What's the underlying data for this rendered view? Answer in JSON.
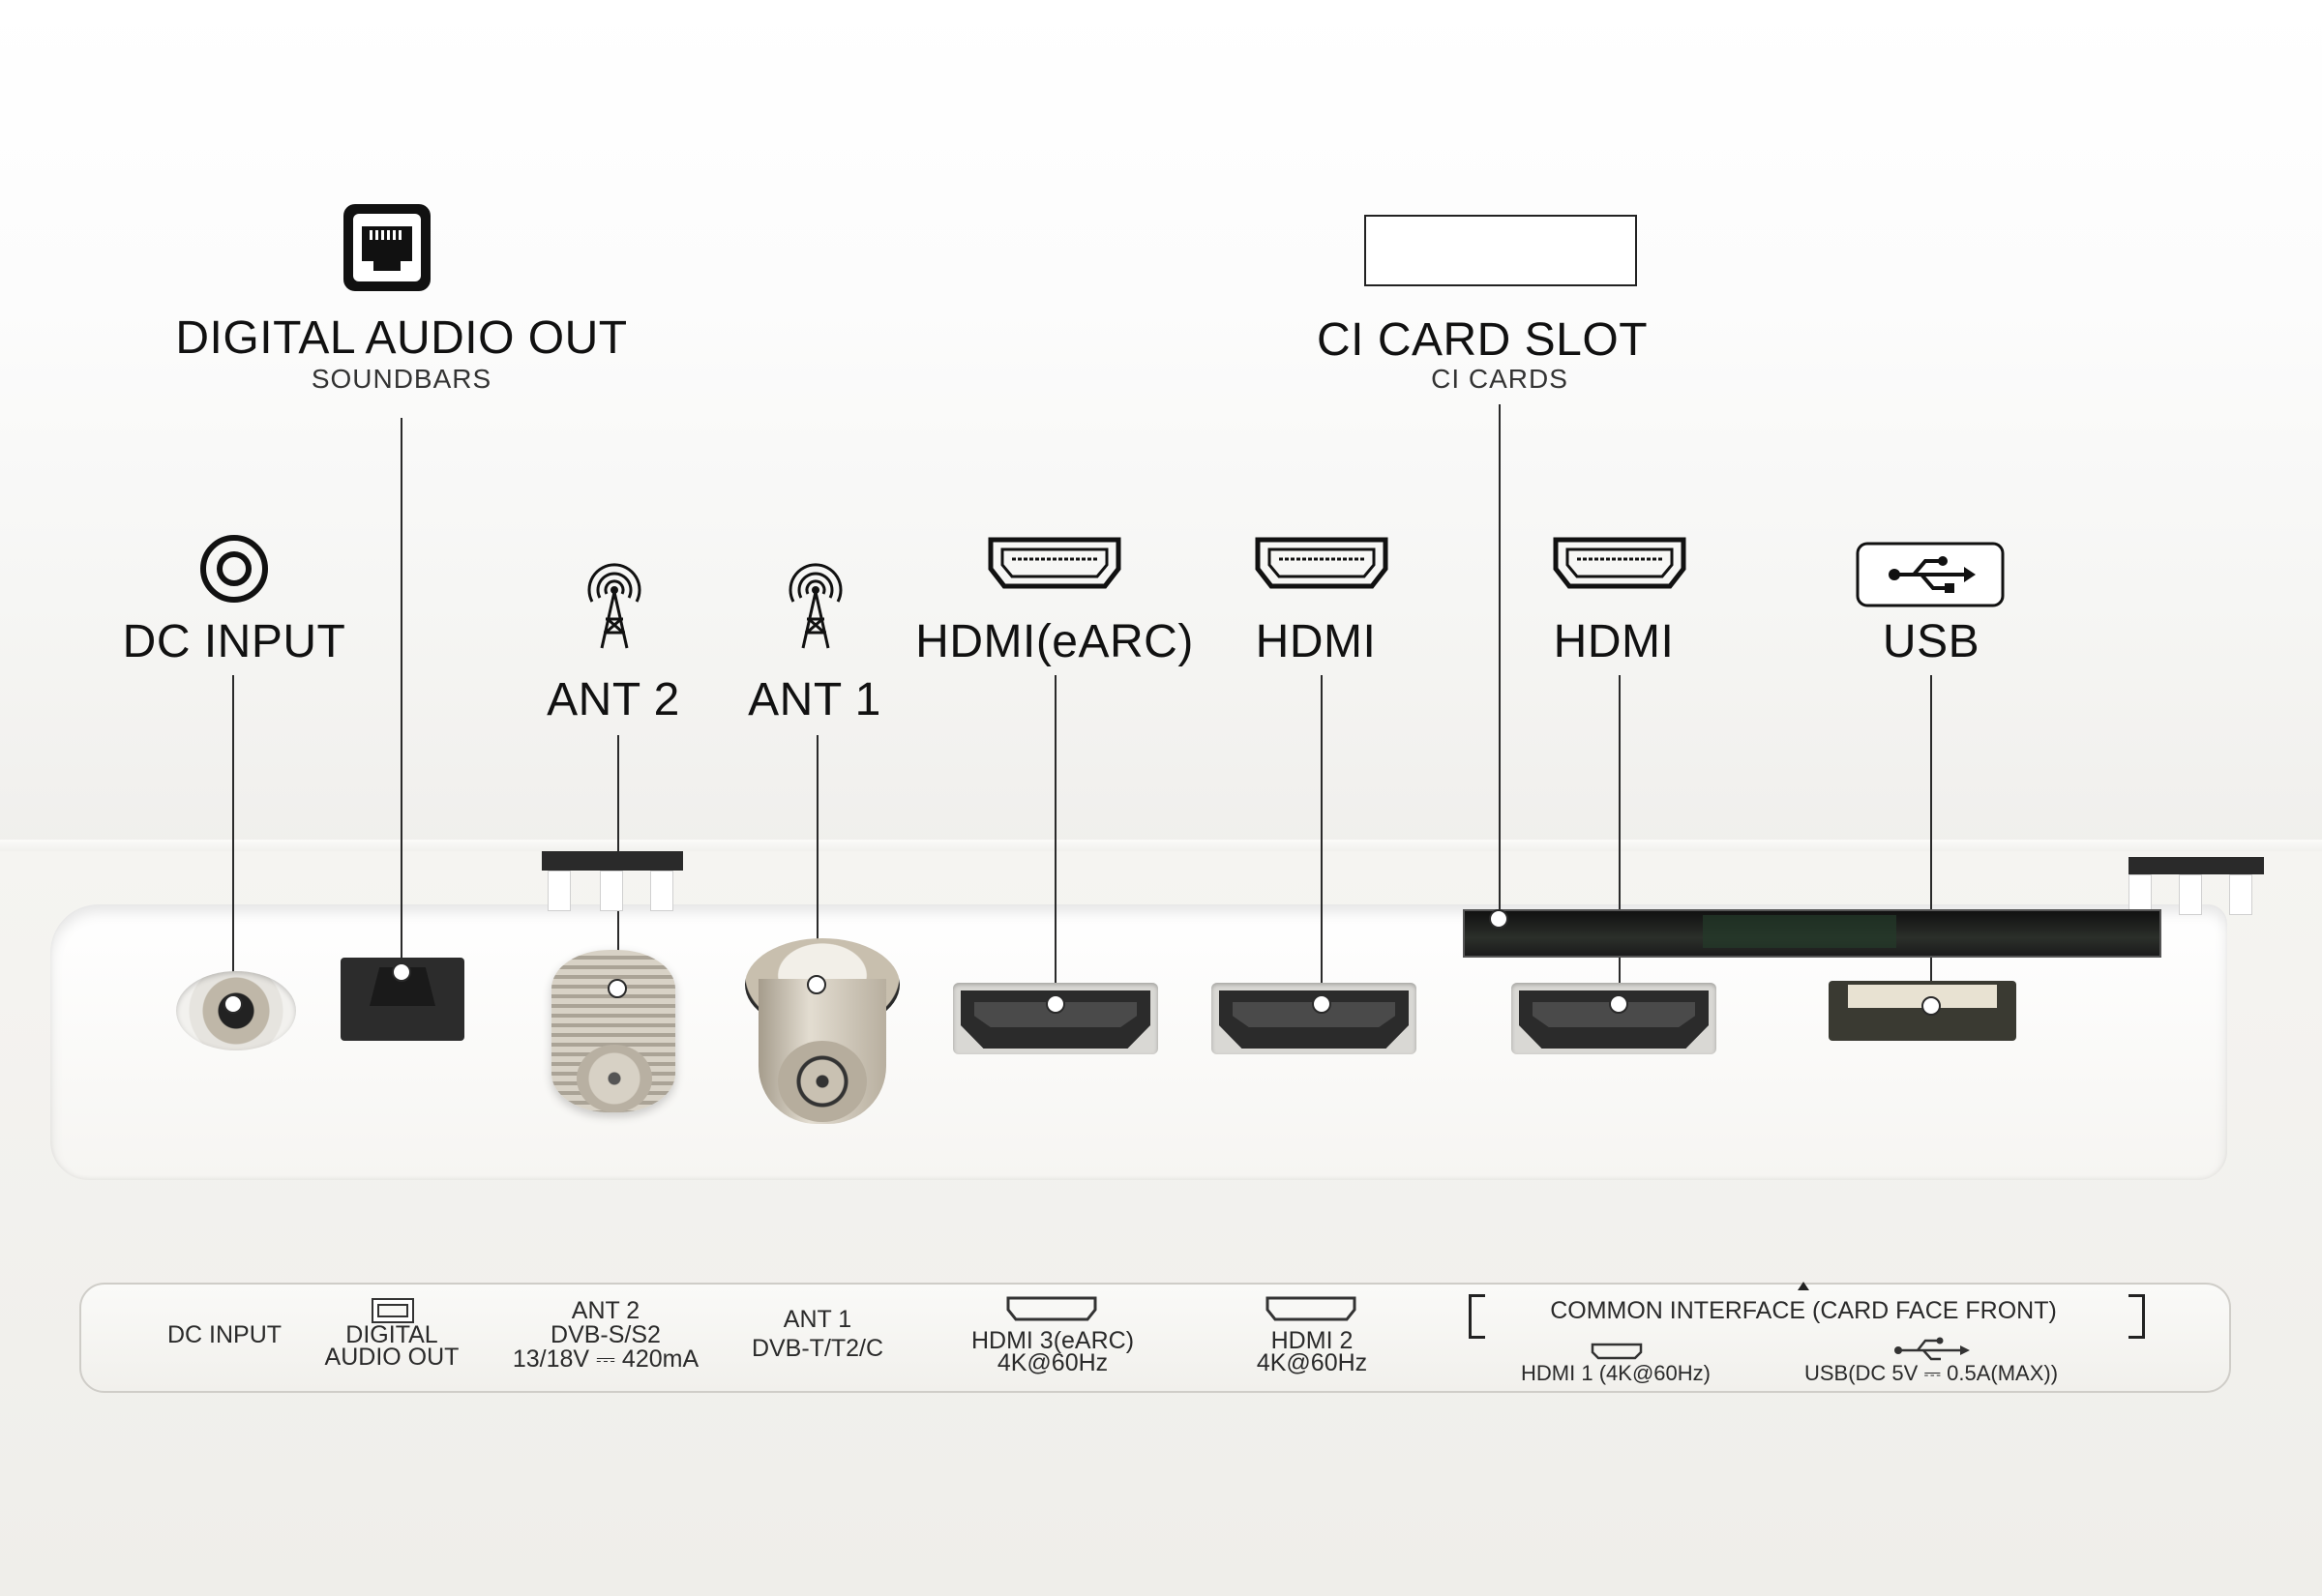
{
  "callouts": {
    "digital_audio": {
      "title": "DIGITAL AUDIO OUT",
      "subtitle": "SOUNDBARS",
      "icon": "ethernet-port-icon"
    },
    "ci_slot": {
      "title": "CI CARD SLOT",
      "subtitle": "CI CARDS",
      "icon": "card-slot-icon"
    },
    "dc_input": {
      "title": "DC INPUT",
      "icon": "circle-port-icon"
    },
    "ant2": {
      "title": "ANT 2",
      "icon": "antenna-tower-icon"
    },
    "ant1": {
      "title": "ANT 1",
      "icon": "antenna-tower-icon"
    },
    "hdmi_earc": {
      "title": "HDMI(eARC)",
      "icon": "hdmi-icon"
    },
    "hdmi_a": {
      "title": "HDMI",
      "icon": "hdmi-icon"
    },
    "hdmi_b": {
      "title": "HDMI",
      "icon": "hdmi-icon"
    },
    "usb": {
      "title": "USB",
      "icon": "usb-icon"
    }
  },
  "strip": {
    "dc_input": "DC INPUT",
    "digital_audio_l1": "DIGITAL",
    "digital_audio_l2": "AUDIO OUT",
    "ant2_l1": "ANT 2",
    "ant2_l2": "DVB-S/S2",
    "ant2_l3": "13/18V ⎓ 420mA",
    "ant1_l1": "ANT 1",
    "ant1_l2": "DVB-T/T2/C",
    "hdmi3_l1": "HDMI 3(eARC)",
    "hdmi3_l2": "4K@60Hz",
    "hdmi2_l1": "HDMI 2",
    "hdmi2_l2": "4K@60Hz",
    "common_interface": "COMMON INTERFACE (CARD FACE FRONT)",
    "hdmi1": "HDMI 1 (4K@60Hz)",
    "usb": "USB(DC 5V ⎓ 0.5A(MAX))"
  },
  "colors": {
    "background": "#ffffff",
    "panel": "#f1f0ec",
    "ink": "#141414",
    "connector_gold": "#c9bfae"
  }
}
